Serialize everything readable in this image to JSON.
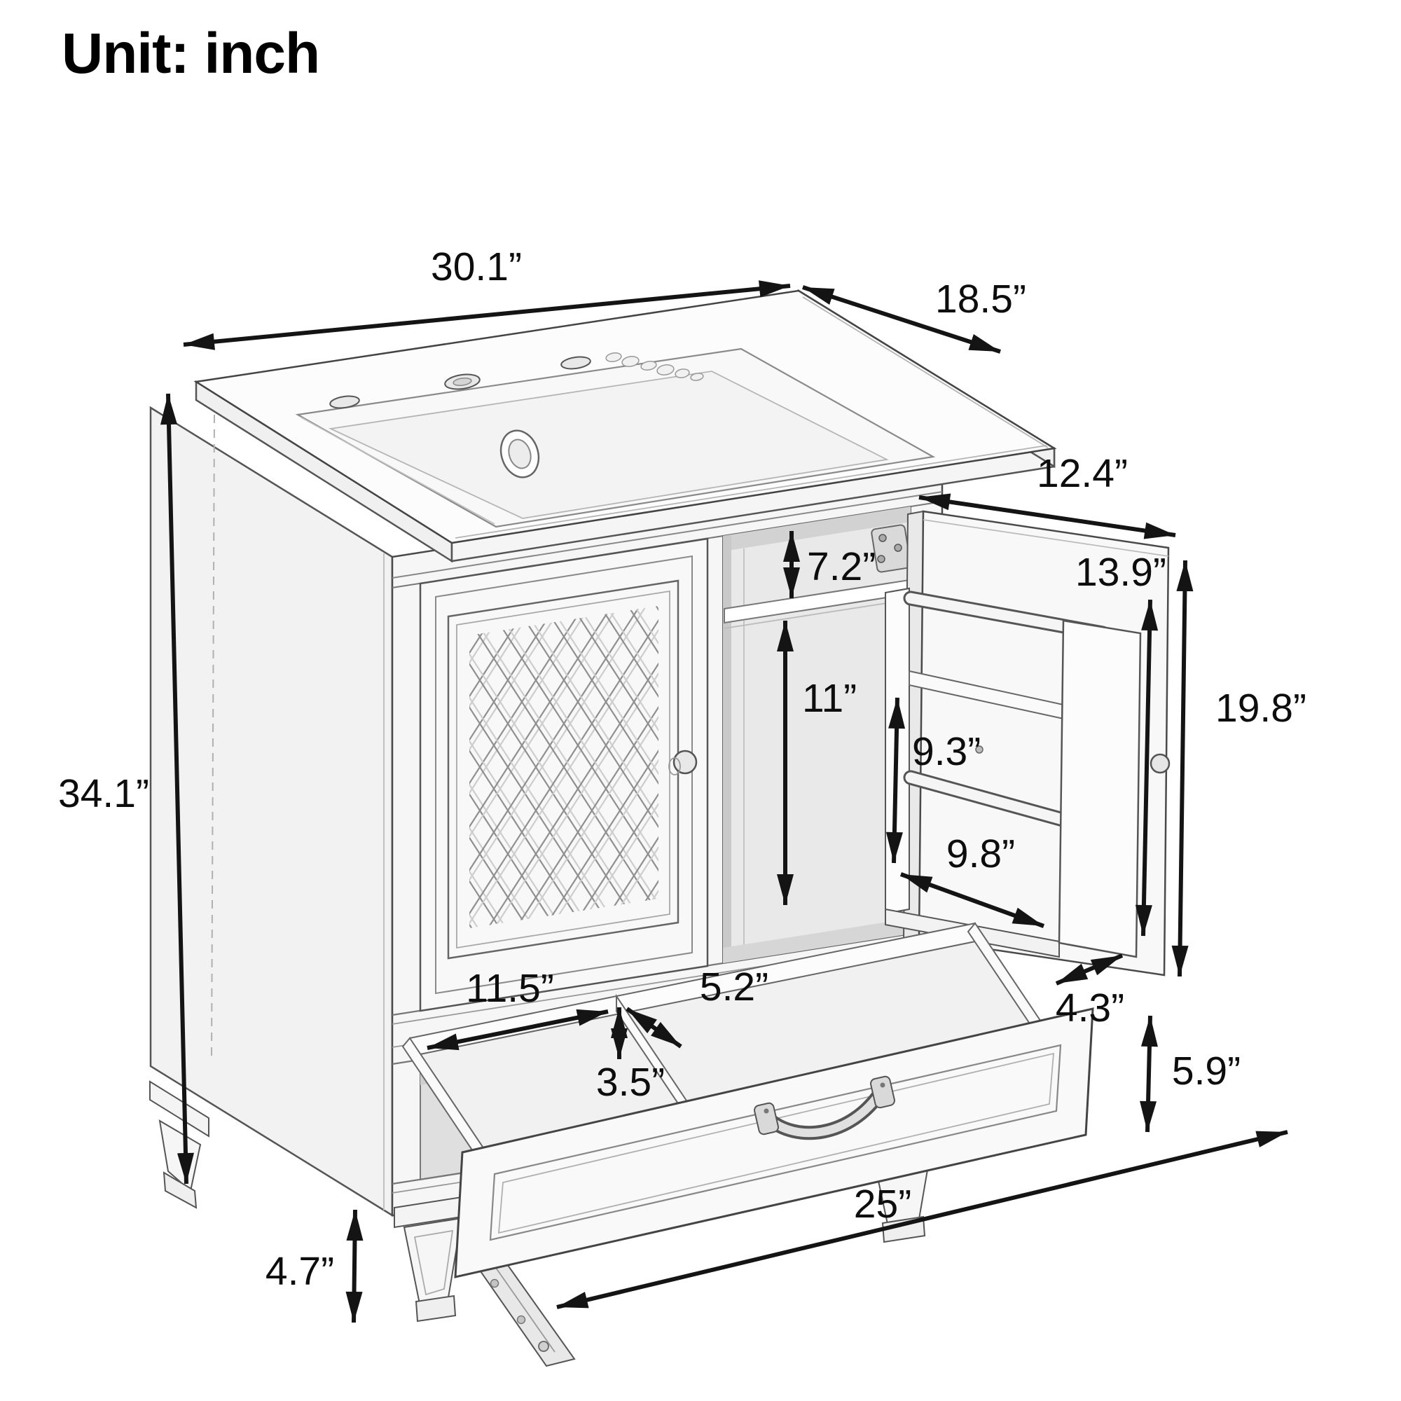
{
  "title": "Unit: inch",
  "dims": {
    "counter_width": "30.1”",
    "counter_depth": "18.5”",
    "overall_height": "34.1”",
    "upper_shelf_gap": "7.2”",
    "door_width": "12.4”",
    "rack_height": "13.9”",
    "door_height": "19.8”",
    "cabinet_opening_height": "11”",
    "rack_opening_height": "9.3”",
    "rack_width": "9.8”",
    "rack_depth": "4.3”",
    "drawer_left_compartment_width": "11.5”",
    "drawer_right_compartment_width": "5.2”",
    "drawer_inner_depth": "3.5”",
    "drawer_front_height": "5.9”",
    "drawer_front_width": "25”",
    "leg_height": "4.7”"
  }
}
